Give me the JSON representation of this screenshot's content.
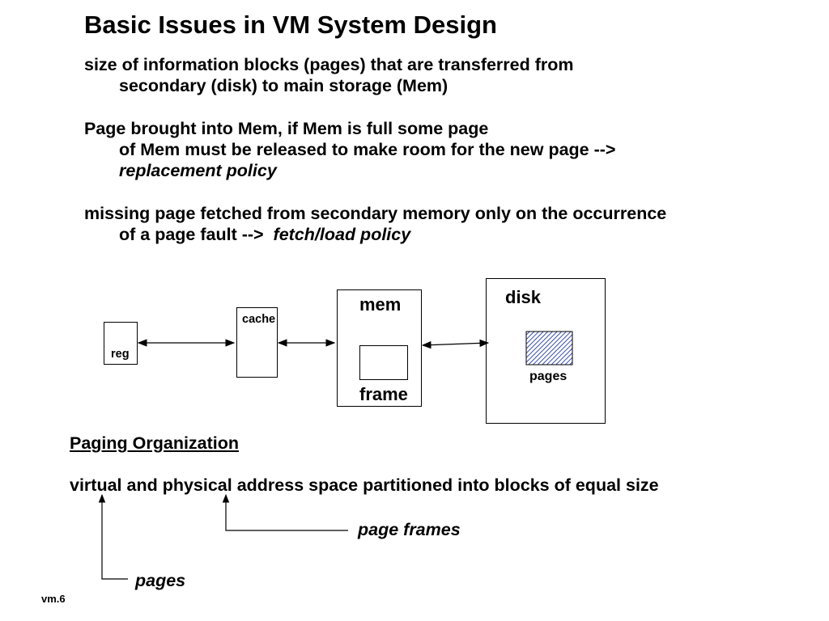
{
  "title": "Basic Issues in VM System Design",
  "paragraphs": {
    "p1_line1": "size of information blocks (pages) that are transferred from",
    "p1_line2": "secondary (disk) to main storage (Mem)",
    "p2_line1": "Page brought into Mem, if Mem is full some page",
    "p2_line2": "of Mem must be released to make room for the new page -->",
    "p2_line3": "replacement policy",
    "p3_line1": "missing page fetched from secondary memory only on the occurrence",
    "p3_line2_prefix": "of a page fault  -->",
    "p3_line2_italic": "fetch/load policy"
  },
  "diagram": {
    "reg_label": "reg",
    "cache_label": "cache",
    "mem_label": "mem",
    "frame_label": "frame",
    "disk_label": "disk",
    "pages_label": "pages",
    "disk_hatch_color": "#3a4fb0"
  },
  "paging": {
    "heading": "Paging Organization",
    "statement": "virtual and physical address space partitioned into blocks of equal size",
    "annotation_page_frames": "page frames",
    "annotation_pages": "pages"
  },
  "footer": {
    "slide_id": "vm.6"
  }
}
